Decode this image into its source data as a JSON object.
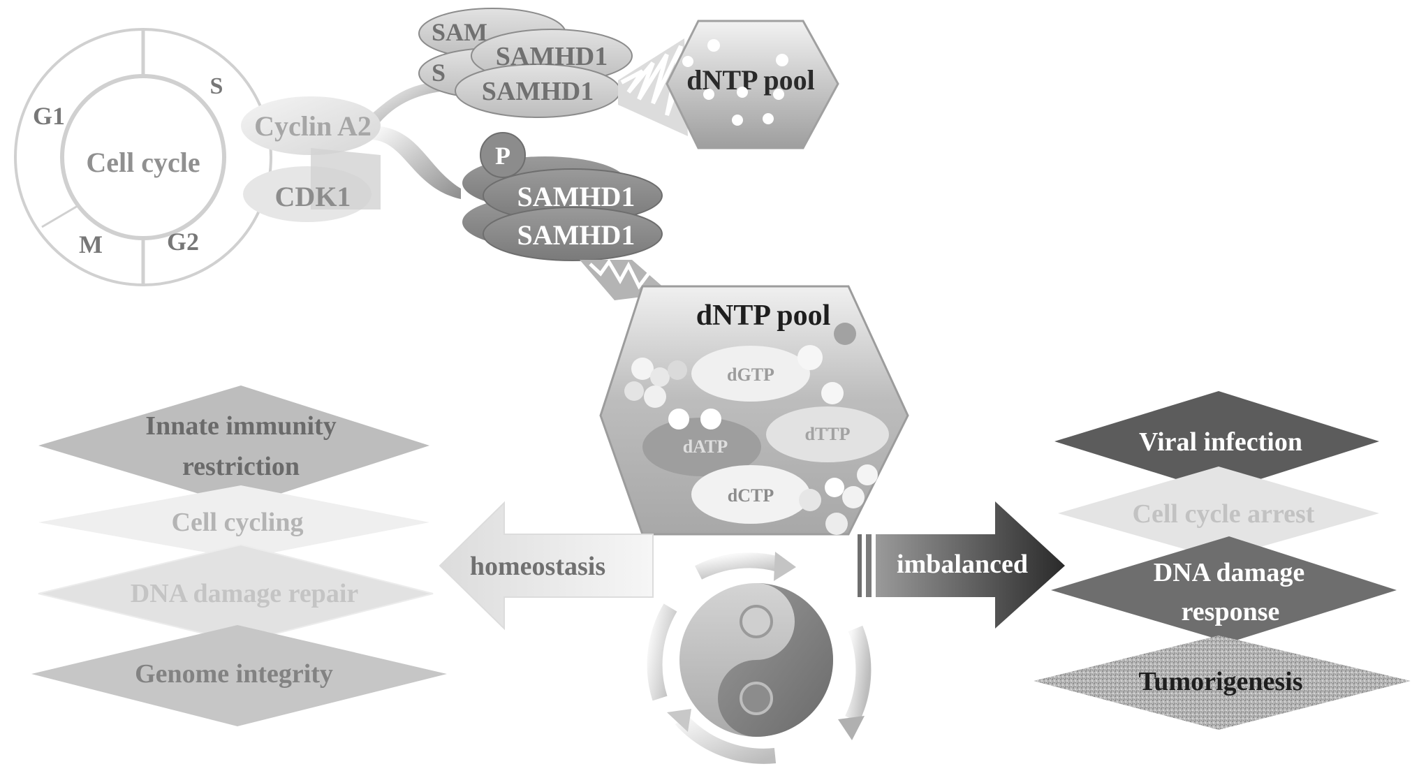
{
  "cell_cycle": {
    "center_label": "Cell cycle",
    "phases": {
      "g1": "G1",
      "s": "S",
      "g2": "G2",
      "m": "M"
    }
  },
  "kinase": {
    "cyclin": "Cyclin A2",
    "cdk": "CDK1"
  },
  "samhd1_top": {
    "labels": [
      "SAMHD1",
      "SAMHD1",
      "SAMHD1",
      "SAMHD1"
    ],
    "partial_back_1": "SAM",
    "partial_back_2": "S"
  },
  "samhd1_phospho": {
    "phospho_label": "P",
    "labels": [
      "SAMHD1",
      "SAMHD1"
    ]
  },
  "dntp_pool_small": {
    "title": "dNTP pool"
  },
  "dntp_pool_large": {
    "title": "dNTP pool",
    "nucleotides": {
      "dgtp": "dGTP",
      "datp": "dATP",
      "dttp": "dTTP",
      "dctp": "dCTP"
    }
  },
  "homeostasis": {
    "arrow_label": "homeostasis",
    "outcomes": [
      {
        "lines": [
          "Innate immunity",
          "restriction"
        ]
      },
      {
        "lines": [
          "Cell cycling"
        ]
      },
      {
        "lines": [
          "DNA damage  repair"
        ]
      },
      {
        "lines": [
          "Genome integrity"
        ]
      }
    ]
  },
  "imbalanced": {
    "arrow_label": "imbalanced",
    "outcomes": [
      {
        "lines": [
          "Viral infection"
        ]
      },
      {
        "lines": [
          "Cell cycle arrest"
        ]
      },
      {
        "lines": [
          "DNA damage",
          "response"
        ]
      },
      {
        "lines": [
          "Tumorigenesis"
        ]
      }
    ]
  },
  "colors": {
    "left_diamonds": [
      "#bdbdbd",
      "#efefef",
      "#e2e2e2",
      "#c6c6c6"
    ],
    "right_diamonds": [
      "#5c5c5c",
      "#e4e4e4",
      "#6e6e6e",
      "#b4b4b4"
    ]
  }
}
